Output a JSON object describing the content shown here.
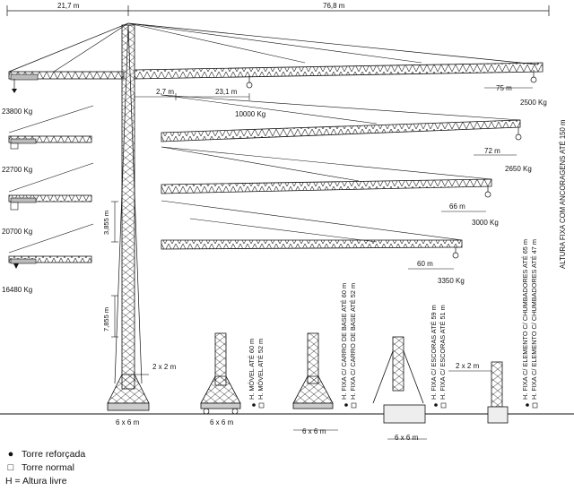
{
  "dims": {
    "top_left": "21,7 m",
    "top_right": "76,8 m",
    "d_2_7": "2,7 m",
    "d_23_1": "23,1 m",
    "d_75": "75 m",
    "d_72": "72 m",
    "d_66": "66 m",
    "d_60": "60 m",
    "d_3855": "3,855 m",
    "d_7855": "7,855 m",
    "base_2x2_a": "2 x 2 m",
    "base_2x2_b": "2 x 2 m",
    "base_6x6_a": "6 x 6 m",
    "base_6x6_b": "6 x 6 m",
    "base_6x6_c": "6 x 6 m",
    "base_6x6_d": "6 x 6 m"
  },
  "weights": {
    "w1": "23800 Kg",
    "w2": "22700 Kg",
    "w3": "20700 Kg",
    "w4": "16480 Kg",
    "w_10000": "10000 Kg",
    "w_2500": "2500 Kg",
    "w_2650": "2650 Kg",
    "w_3000": "3000 Kg",
    "w_3350": "3350 Kg"
  },
  "annotations": {
    "altura_fixa": "ALTURA FIXA COM ANCORAGENS ATÉ 150 m",
    "h_movel_1": "H. MÓVEL ATÉ 60 m",
    "h_movel_2": "H. MÓVEL ATÉ 52 m",
    "h_fixa_base_1": "H. FIXA C/ CARRO DE BASE ATÉ 60 m",
    "h_fixa_base_2": "H. FIXA C/ CARRO DE BASE ATÉ 52 m",
    "h_fixa_escoras_1": "H. FIXA C/ ESCORAS ATÉ 59 m",
    "h_fixa_escoras_2": "H. FIXA C/ ESCORAS ATÉ 51 m",
    "h_fixa_elem_1": "H. FIXA C/ ELEMENTO C/ CHUMBADORES ATÉ 65 m",
    "h_fixa_elem_2": "H. FIXA C/ ELEMENTO C/ CHUMBADORES ATÉ 47 m"
  },
  "legend": {
    "reforcada": "Torre reforçada",
    "normal": "Torre normal",
    "h_def": "H = Altura livre"
  },
  "icons": {
    "reforcada": "filled-dot-icon",
    "normal": "hollow-square-icon"
  }
}
